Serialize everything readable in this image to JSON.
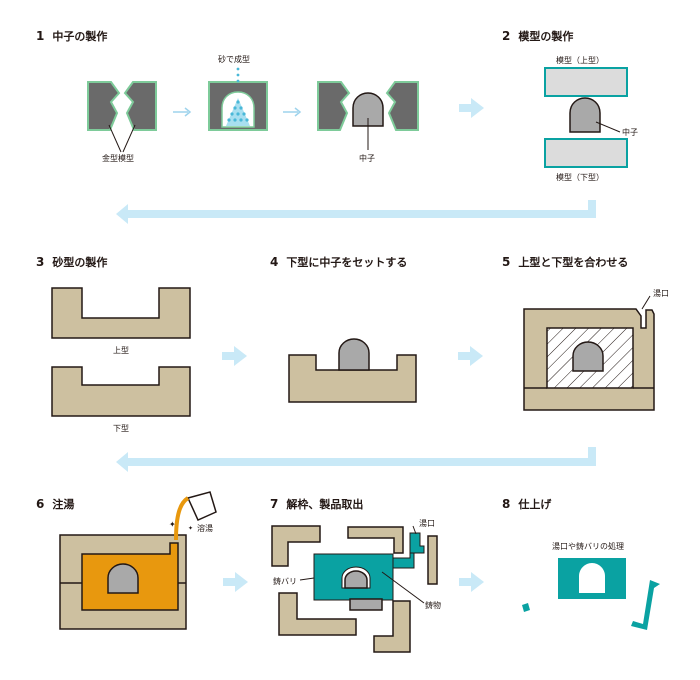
{
  "steps": [
    {
      "num": "1",
      "title": "中子の製作"
    },
    {
      "num": "2",
      "title": "模型の製作"
    },
    {
      "num": "3",
      "title": "砂型の製作"
    },
    {
      "num": "4",
      "title": "下型に中子をセットする"
    },
    {
      "num": "5",
      "title": "上型と下型を合わせる"
    },
    {
      "num": "6",
      "title": "注湯"
    },
    {
      "num": "7",
      "title": "解枠、製品取出"
    },
    {
      "num": "8",
      "title": "仕上げ"
    }
  ],
  "labels": {
    "sand_forming": "砂で成型",
    "metal_pattern": "金型模型",
    "core_1": "中子",
    "pattern_upper": "模型（上型）",
    "core_2": "中子",
    "pattern_lower": "模型（下型）",
    "upper_mold": "上型",
    "lower_mold": "下型",
    "sprue_5": "湯口",
    "molten_metal": "溶湯",
    "sprue_7": "湯口",
    "flash": "鋳バリ",
    "casting": "鋳物",
    "finishing_note": "湯口や鋳バリの処理"
  },
  "colors": {
    "sand": "#cdc0a0",
    "metal_mold": "#6a6a6a",
    "mold_edge": "#7ecb9a",
    "core": "#a9a9a9",
    "pattern_fill": "#dcdcdc",
    "teal": "#0aa2a2",
    "molten": "#e8980e",
    "arrow": "#c9e9f7",
    "outline": "#231815"
  }
}
